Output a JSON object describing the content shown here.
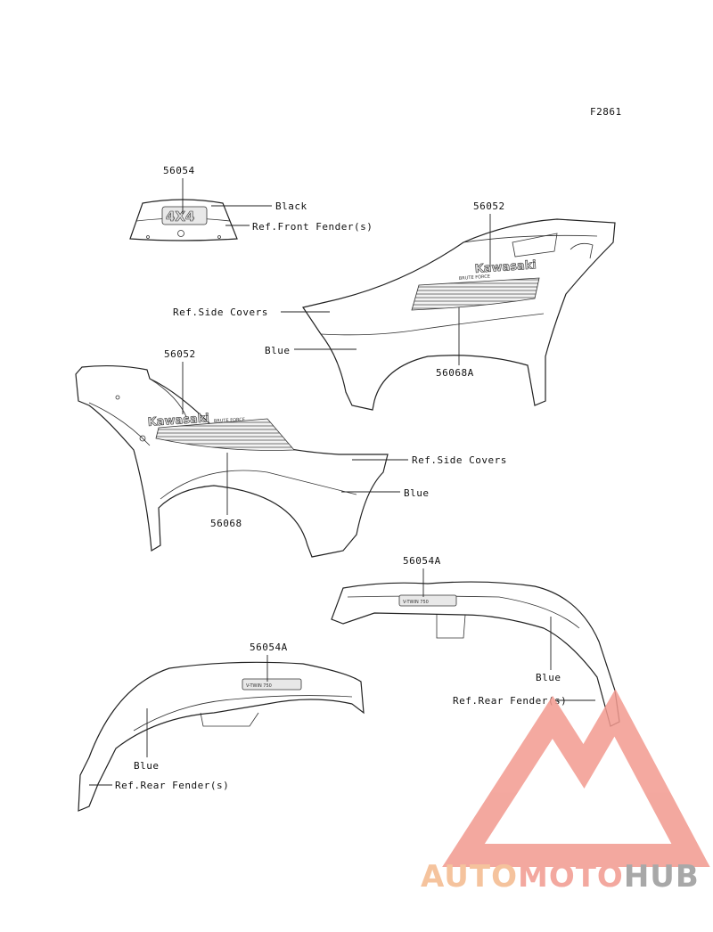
{
  "figure_code": "F2861",
  "parts": {
    "front_decal": {
      "number": "56054",
      "color": "Black",
      "ref": "Ref.Front Fender(s)",
      "emblem": "4X4"
    },
    "right_cover": {
      "number": "56052",
      "ref": "Ref.Side Covers",
      "color": "Blue",
      "stripe_number": "56068A",
      "logo": "Kawasaki",
      "subtext": "BRUTE FORCE"
    },
    "left_cover": {
      "number": "56052",
      "ref": "Ref.Side Covers",
      "color": "Blue",
      "stripe_number": "56068",
      "logo": "Kawasaki",
      "subtext": "BRUTE FORCE"
    },
    "rear_right": {
      "number": "56054A",
      "color": "Blue",
      "ref": "Ref.Rear Fender(s)",
      "logo": "V-TWIN 750"
    },
    "rear_left": {
      "number": "56054A",
      "color": "Blue",
      "ref": "Ref.Rear Fender(s)",
      "logo": "V-TWIN 750"
    }
  },
  "watermark": {
    "part1": "AUTO",
    "part2": "MOTO",
    "part3": "HUB",
    "color1": "#f4b98c",
    "color2": "#f29a8f",
    "color3": "#9a9a9a"
  }
}
